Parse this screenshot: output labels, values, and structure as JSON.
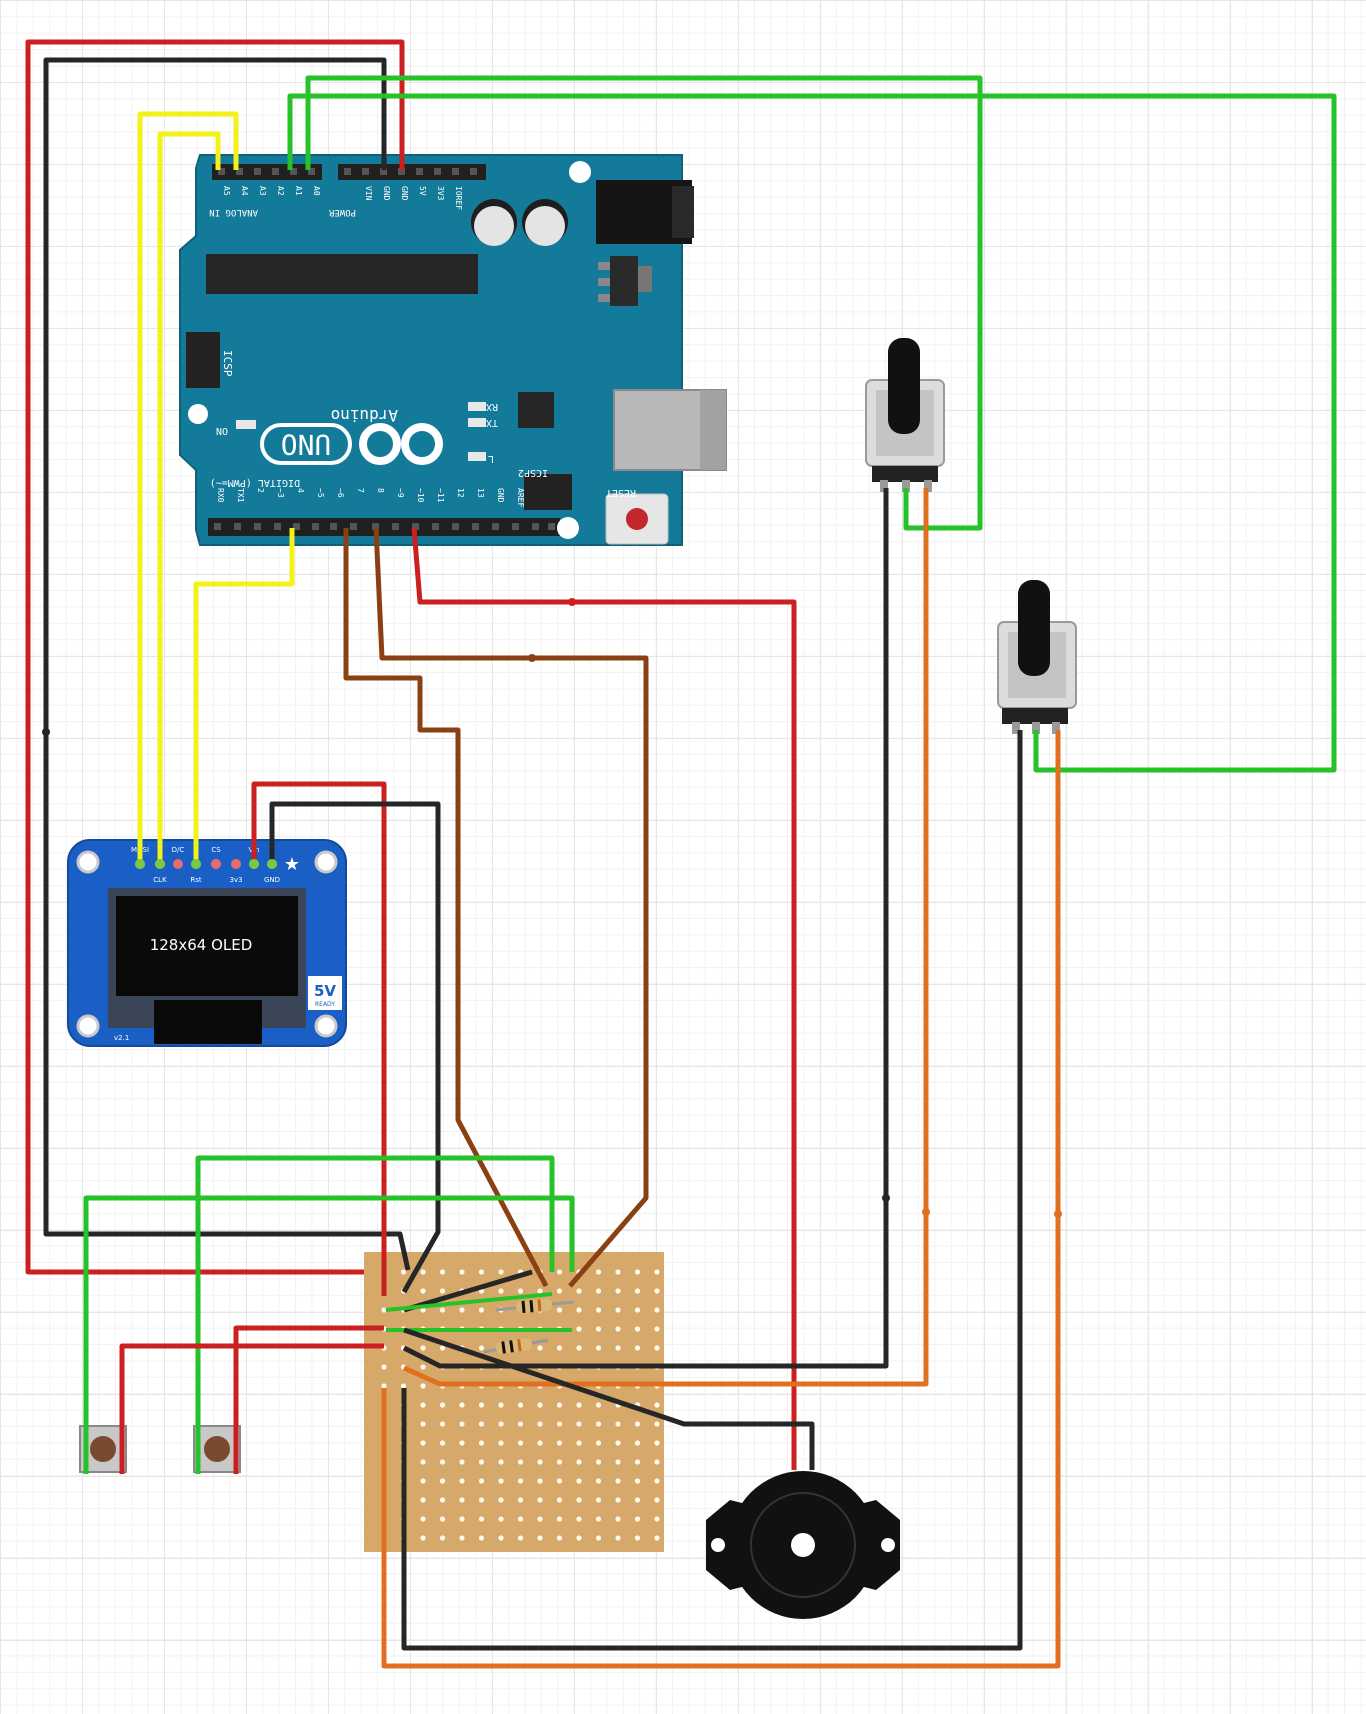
{
  "arduino": {
    "brand": "Arduino",
    "model": "UNO",
    "header_analog": "ANALOG IN",
    "header_power": "POWER",
    "header_digital": "DIGITAL (PWM=~)",
    "on_label": "ON",
    "tx_label": "TX",
    "rx_label": "RX",
    "l_label": "L",
    "icsp_label": "ICSP",
    "icsp2_label": "ICSP2",
    "reset_label": "RESET",
    "analog_pins": [
      "A5",
      "A4",
      "A3",
      "A2",
      "A1",
      "A0"
    ],
    "power_pins": [
      "VIN",
      "GND",
      "GND",
      "5V",
      "3V3",
      "IOREF"
    ],
    "digital_pins": [
      "RX0",
      "TX1",
      "2",
      "~3",
      "4",
      "~5",
      "~6",
      "7",
      "8",
      "~9",
      "~10",
      "~11",
      "12",
      "13",
      "GND",
      "AREF"
    ]
  },
  "oled": {
    "screen_label": "128x64 OLED",
    "badge_big": "5V",
    "badge_small": "READY",
    "version": "v2.1",
    "pin_labels_top": [
      "MOSI",
      "D/C",
      "CS",
      "Vin"
    ],
    "pin_labels_bottom": [
      "CLK",
      "Rst",
      "3v3",
      "GND"
    ]
  },
  "colors": {
    "wire_red": "#cc1f1f",
    "wire_black": "#262626",
    "wire_green": "#27c22a",
    "wire_yellow": "#f2f21a",
    "wire_brown": "#8a4013",
    "wire_orange": "#e07020",
    "arduino_board": "#147a99",
    "oled_board": "#1a5fc6",
    "perfboard": "#d6a96a"
  }
}
